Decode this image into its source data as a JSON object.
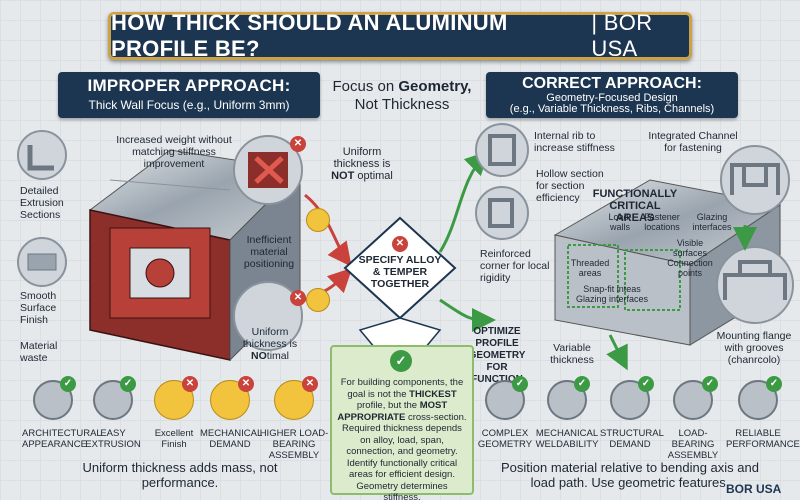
{
  "title": {
    "main": "HOW THICK SHOULD AN ALUMINUM PROFILE BE?",
    "brand_suffix": "| BOR USA"
  },
  "left": {
    "heading": "IMPROPER APPROACH:",
    "subheading": "Thick Wall Focus (e.g., Uniform 3mm)",
    "labels": {
      "increased_weight": "Increased weight without matching stiffness improvement",
      "detailed": "Detailed Extrusion Sections",
      "smooth": "Smooth Surface Finish",
      "material_waste": "Material waste",
      "inefficient": "Inefficient material positioning",
      "uniform_bad": "Uniform thickness is",
      "uniform_bad_b": "NO",
      "uniform_bad_c": "timal"
    },
    "icons": [
      {
        "label": "ARCHITECTURAL APPEARANCE",
        "badge": "✓"
      },
      {
        "label": "EASY EXTRUSION",
        "badge": "✓"
      },
      {
        "label": "Excellent Finish",
        "badge": "✕"
      },
      {
        "label": "MECHANICAL DEMAND",
        "badge": "✕"
      },
      {
        "label": "HIGHER LOAD-BEARING ASSEMBLY",
        "badge": "✕"
      }
    ],
    "caption": "Uniform thickness adds mass, not performance."
  },
  "center": {
    "focus_a": "Focus on ",
    "focus_b": "Geometry,",
    "focus_c": "Not Thickness",
    "uniform_a": "Uniform thickness is ",
    "uniform_b": "NOT",
    "uniform_c": " optimal",
    "specify": "SPECIFY ALLOY & TEMPER TOGETHER",
    "optimize": "OPTIMIZE PROFILE GEOMETRY FOR FUNCTION",
    "box_a": "For building components, the goal is not the ",
    "box_b": "THICKEST",
    "box_c": " profile, but the ",
    "box_d": "MOST APPROPRIATE",
    "box_e": " cross-section. Required thickness depends on alloy, load, span, connection, and geometry. Identify functionally critical areas for efficient design. Geometry determines stiffness."
  },
  "right": {
    "heading": "CORRECT APPROACH:",
    "subheading": "Geometry-Focused Design",
    "subheading2": "(e.g., Variable Thickness, Ribs, Channels)",
    "labels": {
      "internal_rib": "Internal rib to increase stiffness",
      "integrated": "Integrated Channel for fastening",
      "hollow": "Hollow section for section efficiency",
      "functionally": "FUNCTIONALLY CRITICAL AREAS",
      "load_walls": "Load-walls",
      "fastener": "Fastener locations",
      "glazing": "Glazing interfaces",
      "visible": "Visible surfaces Connection points",
      "threaded": "Threaded areas",
      "snapfit": "Snap-fit inteas Glazing interfaces",
      "reinforced": "Reinforced corner for local rigidity",
      "variable": "Variable thickness",
      "mounting": "Mounting flange with grooves (chanrcolo)"
    },
    "icons": [
      {
        "label": "COMPLEX GEOMETRY",
        "badge": "✓"
      },
      {
        "label": "MECHANICAL WELDABILITY",
        "badge": "✓"
      },
      {
        "label": "STRUCTURAL DEMAND",
        "badge": "✓"
      },
      {
        "label": "LOAD-BEARING ASSEMBLY",
        "badge": "✓"
      },
      {
        "label": "RELIABLE PERFORMANCE",
        "badge": "✓"
      }
    ],
    "caption": "Position material relative to bending axis and load path. Use geometric features."
  },
  "footer": {
    "brand": "BOR USA"
  },
  "colors": {
    "navy": "#1c3550",
    "gold": "#c9a24a",
    "red": "#c9423c",
    "green": "#3c9a45",
    "aluminum": "#aab3bc"
  }
}
